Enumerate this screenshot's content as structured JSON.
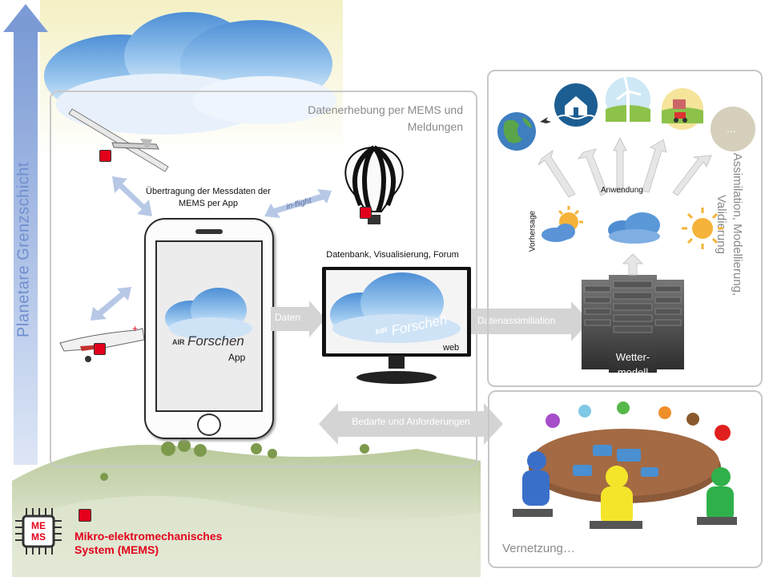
{
  "vertical_axis_label": "Planetare Grenzschicht",
  "section_titles": {
    "collection": "Datenerhebung per MEMS und Meldungen",
    "assimilation": "Assimilation, Modellierung, Validierung",
    "networking": "Vernetzung…"
  },
  "labels": {
    "transfer": "Übertragung der Messdaten der MEMS per App",
    "inflight": "in-flight",
    "database": "Datenbank, Visualisierung, Forum",
    "daten": "Daten",
    "datenassimilation": "Datenassimiliation",
    "wettermodell": "Wetter-modell",
    "anwendung": "Anwendung",
    "vorhersage": "Vorhersage",
    "bedarfe": "Bedarfe und Anforderungen",
    "more_icon": "..."
  },
  "app_logo": {
    "air": "AIR",
    "brand": "Forschen",
    "sub": "App"
  },
  "web_logo": {
    "air": "AIR",
    "brand": "Forschen",
    "sub": "web"
  },
  "legend": {
    "chip_text_1": "ME",
    "chip_text_2": "MS",
    "title_line1": "Mikro-elektromechanisches",
    "title_line2": "System (MEMS)"
  },
  "colors": {
    "mems_marker": "#e3001b",
    "axis_arrow": "#8fa9dc",
    "legend_text": "#e3001b",
    "arrow_gray": "#d4d4d4"
  }
}
